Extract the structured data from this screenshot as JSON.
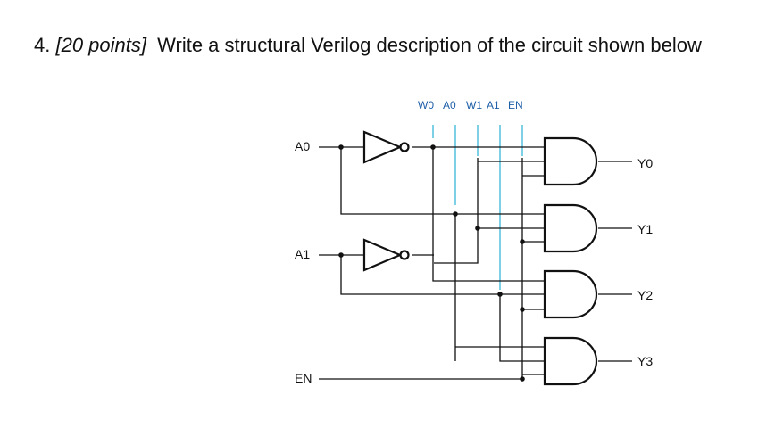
{
  "question": {
    "number": "4.",
    "points": "[20 points]",
    "text": "Write a structural Verilog description of the circuit shown below"
  },
  "circuit": {
    "inputs": [
      "A0",
      "A1",
      "EN"
    ],
    "outputs": [
      "Y0",
      "Y1",
      "Y2",
      "Y3"
    ],
    "bus_labels": [
      "W0",
      "A0",
      "W1",
      "A1",
      "EN"
    ],
    "colors": {
      "wire": "#111111",
      "bus_wire": "#38b6d8",
      "bus_label": "#1f5fa8"
    }
  }
}
